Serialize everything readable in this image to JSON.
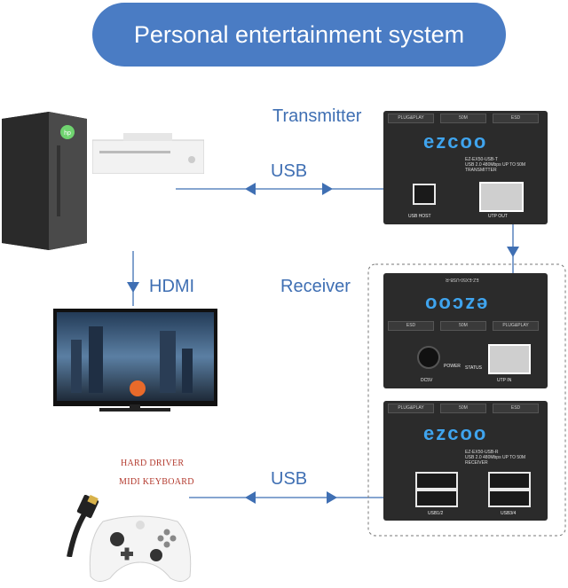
{
  "banner": {
    "title": "Personal entertainment system"
  },
  "labels": {
    "transmitter": "Transmitter",
    "receiver": "Receiver",
    "usb_top": "USB",
    "usb_bottom": "USB",
    "hdmi": "HDMI"
  },
  "devices": {
    "hard_driver": "HARD DRIVER",
    "midi_keyboard": "MIDI KEYBOARD"
  },
  "transmitter_box": {
    "brand": "ezcoo",
    "model_line1": "EZ-EX50-USB-T",
    "model_line2": "USB 2.0 480Mbps UP TO 50M",
    "model_line3": "TRANSMITTER",
    "tabs": [
      "PLUG&PLAY",
      "50M",
      "ESD"
    ],
    "port_left": "USB HOST",
    "port_right": "UTP OUT"
  },
  "receiver_box_top": {
    "brand": "ezcoo",
    "tabs": [
      "ESD",
      "50M",
      "PLUG&PLAY"
    ],
    "port_power": "DC5V",
    "power_led": "POWER",
    "status_led": "STATUS",
    "port_utp": "UTP IN"
  },
  "receiver_box_bottom": {
    "brand": "ezcoo",
    "model_line1": "EZ-EX50-USB-R",
    "model_line2": "USB 2.0 480Mbps UP TO 50M",
    "model_line3": "RECEIVER",
    "tabs": [
      "PLUG&PLAY",
      "50M",
      "ESD"
    ],
    "port_left": "USB1/2",
    "port_right": "USB3/4"
  },
  "colors": {
    "accent": "#4a7cc4",
    "line": "#3f6fb3",
    "device_label": "#b33a2e"
  },
  "icons": [
    "pc-tower-icon",
    "xbox-console-icon",
    "tv-monitor-icon",
    "hdmi-cable-icon",
    "xbox-controller-icon"
  ]
}
